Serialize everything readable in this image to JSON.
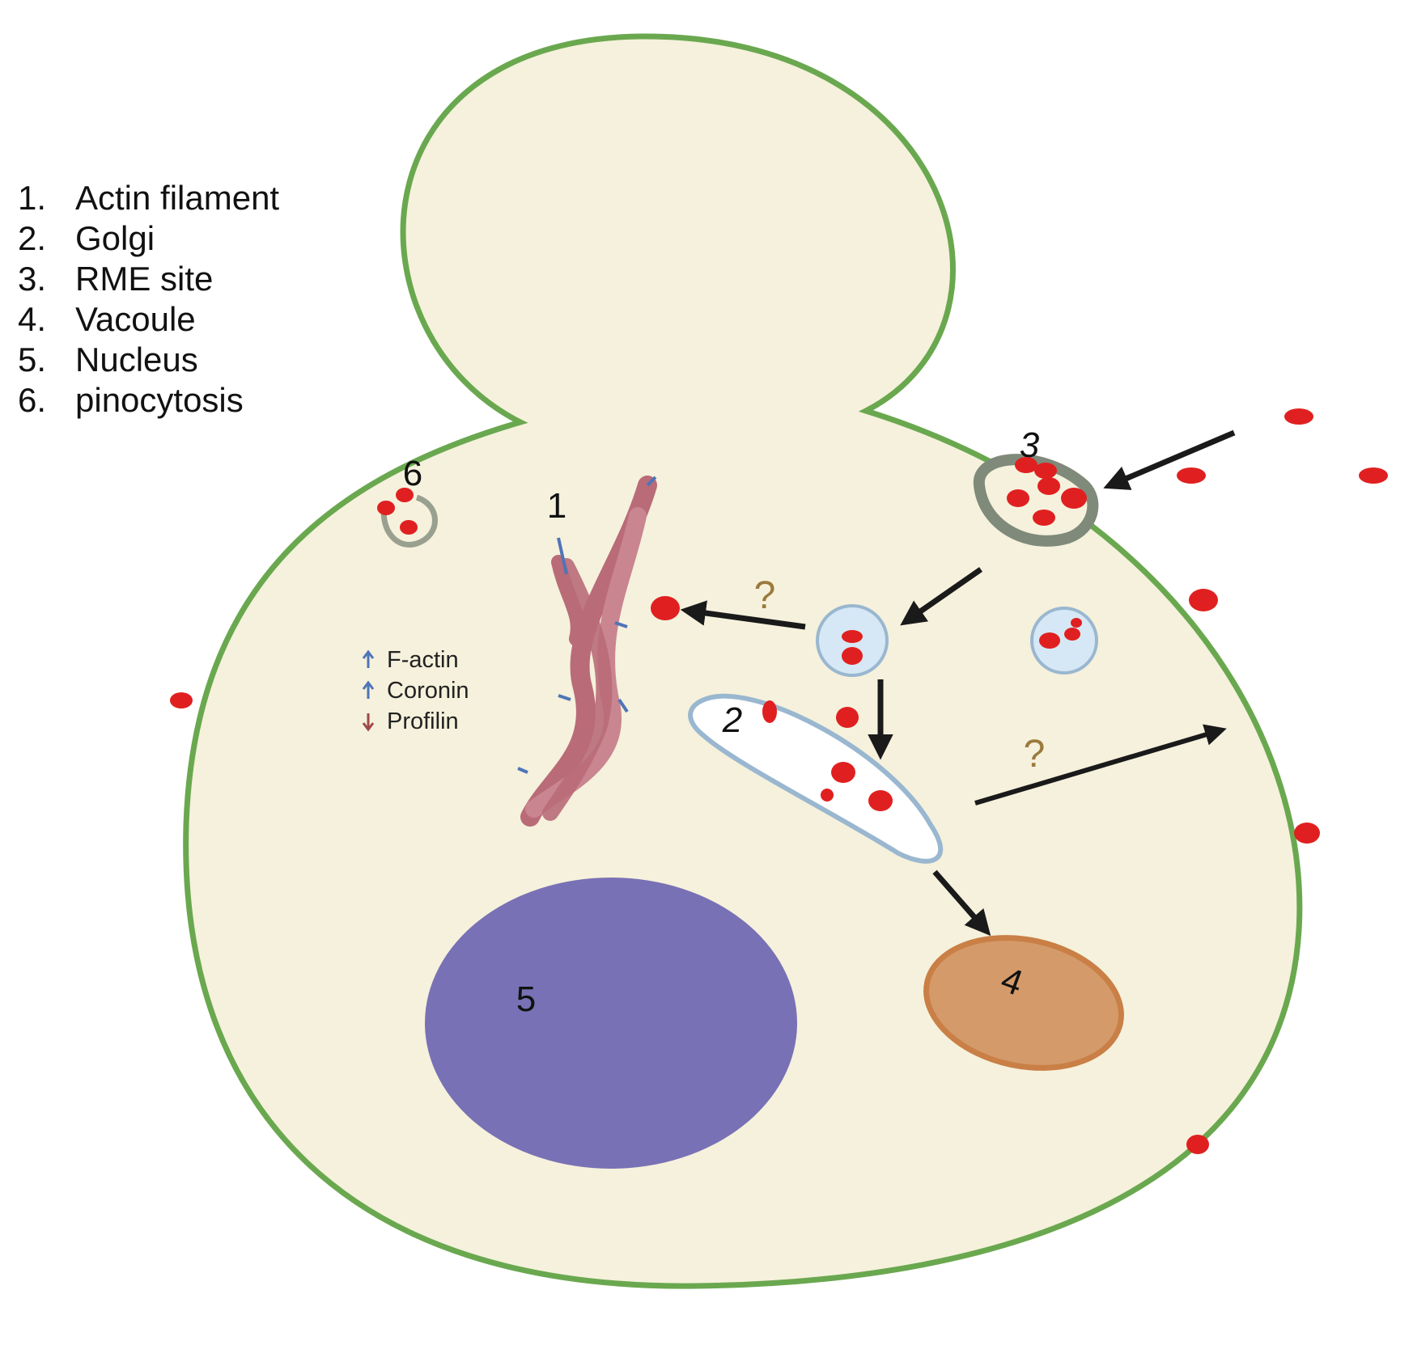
{
  "legend": {
    "items": [
      {
        "number": "1.",
        "label": "Actin filament"
      },
      {
        "number": "2.",
        "label": "Golgi"
      },
      {
        "number": "3.",
        "label": "RME site"
      },
      {
        "number": "4.",
        "label": "Vacoule"
      },
      {
        "number": "5.",
        "label": "Nucleus"
      },
      {
        "number": "6.",
        "label": "pinocytosis"
      }
    ]
  },
  "mini_legend": {
    "items": [
      {
        "label": "F-actin",
        "arrow": "up",
        "color": "#4f74b8"
      },
      {
        "label": "Coronin",
        "arrow": "up",
        "color": "#4f74b8"
      },
      {
        "label": "Profilin",
        "arrow": "down",
        "color": "#a04848"
      }
    ]
  },
  "markers": {
    "actin": "1",
    "golgi": "2",
    "rme": "3",
    "vacuole": "4",
    "nucleus": "5",
    "pinocytosis": "6"
  },
  "question_marks": [
    "?",
    "?"
  ],
  "colors": {
    "cytoplasm": "#f5f1dc",
    "membrane": "#6aa84f",
    "cargo": "#e02020",
    "nucleus": "#7971b5",
    "vacuole_fill": "#d49a6a",
    "vacuole_border": "#c97f45",
    "vesicle_fill": "#d6e8f5",
    "vesicle_border": "#9ab7d0",
    "golgi_border": "#9ab7d0",
    "actin": "#b96b78",
    "arrow": "#1a1a1a"
  },
  "icons": {
    "arrow": "arrow-icon",
    "cargo": "cargo-particle-icon"
  }
}
